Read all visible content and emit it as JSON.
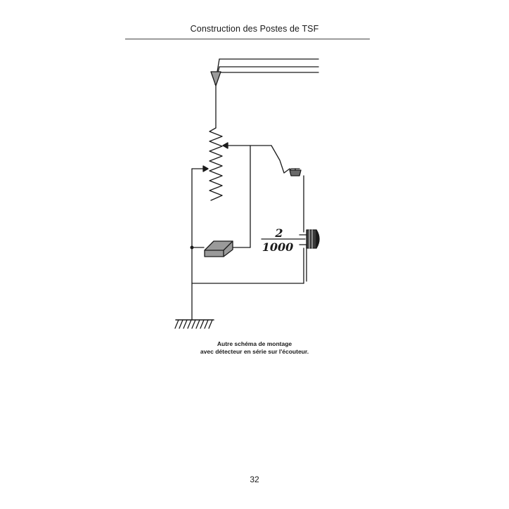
{
  "header": {
    "title": "Construction des Postes de TSF"
  },
  "figure": {
    "capacitor_label": {
      "numerator": "2",
      "denominator": "1000"
    },
    "caption": {
      "line1": "Autre schéma de montage",
      "line2": "avec détecteur en série sur l'écouteur."
    }
  },
  "footer": {
    "page_number": "32"
  }
}
